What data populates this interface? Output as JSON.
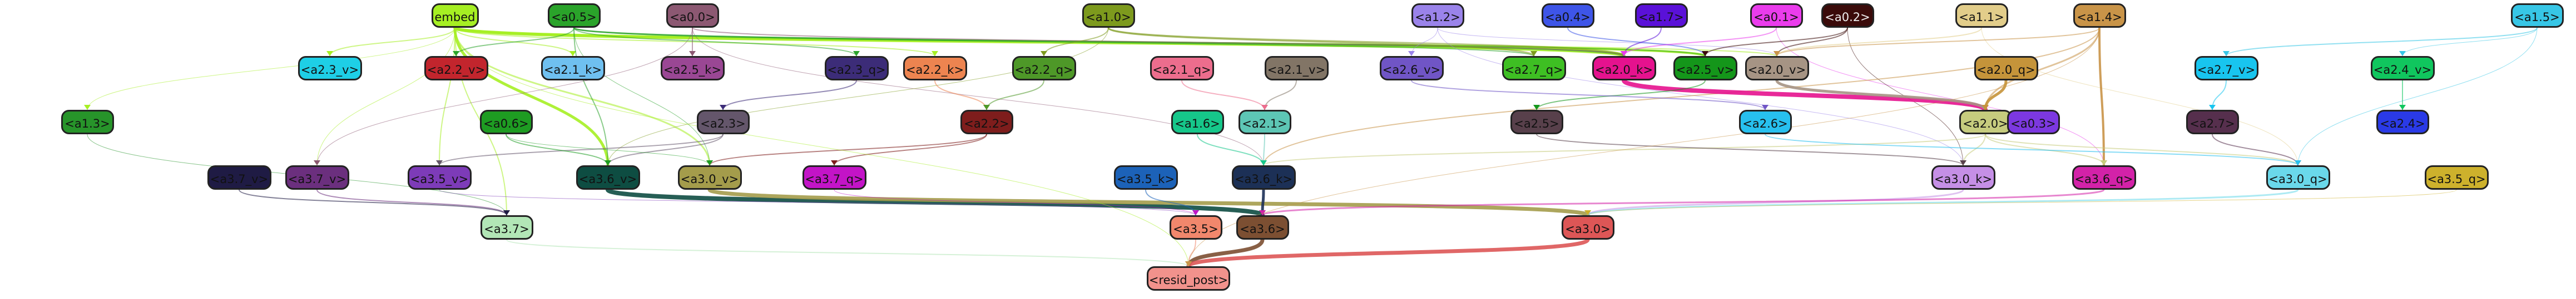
{
  "nodes": [
    {
      "id": "embed",
      "label": "embed",
      "color": "#a6ef23",
      "text": "#111"
    },
    {
      "id": "a0.5",
      "label": "<a0.5>",
      "color": "#2aa32a",
      "text": "#111"
    },
    {
      "id": "a0.0",
      "label": "<a0.0>",
      "color": "#8c5872",
      "text": "#111"
    },
    {
      "id": "a1.0",
      "label": "<a1.0>",
      "color": "#7d9a1d",
      "text": "#111"
    },
    {
      "id": "a1.2",
      "label": "<a1.2>",
      "color": "#9a83ea",
      "text": "#111"
    },
    {
      "id": "a0.4",
      "label": "<a0.4>",
      "color": "#3e55e8",
      "text": "#111"
    },
    {
      "id": "a1.7",
      "label": "<a1.7>",
      "color": "#5a11d8",
      "text": "#111"
    },
    {
      "id": "a0.1",
      "label": "<a0.1>",
      "color": "#ea3cec",
      "text": "#111"
    },
    {
      "id": "a0.2",
      "label": "<a0.2>",
      "color": "#3b0b0a",
      "text": "#eee"
    },
    {
      "id": "a1.1",
      "label": "<a1.1>",
      "color": "#e2cd8a",
      "text": "#111"
    },
    {
      "id": "a1.4",
      "label": "<a1.4>",
      "color": "#c99448",
      "text": "#111"
    },
    {
      "id": "a1.5",
      "label": "<a1.5>",
      "color": "#37c6e6",
      "text": "#111"
    },
    {
      "id": "a2.3_v",
      "label": "<a2.3_v>",
      "color": "#1ecfe6",
      "text": "#111"
    },
    {
      "id": "a2.2_v",
      "label": "<a2.2_v>",
      "color": "#c2252d",
      "text": "#111"
    },
    {
      "id": "a2.1_k",
      "label": "<a2.1_k>",
      "color": "#6fc0f0",
      "text": "#111"
    },
    {
      "id": "a2.5_k",
      "label": "<a2.5_k>",
      "color": "#9a4794",
      "text": "#111"
    },
    {
      "id": "a2.3_q",
      "label": "<a2.3_q>",
      "color": "#3c2c78",
      "text": "#111"
    },
    {
      "id": "a2.2_k",
      "label": "<a2.2_k>",
      "color": "#ed8450",
      "text": "#111"
    },
    {
      "id": "a2.2_q",
      "label": "<a2.2_q>",
      "color": "#4e9828",
      "text": "#111"
    },
    {
      "id": "a2.1_q",
      "label": "<a2.1_q>",
      "color": "#ec6d8d",
      "text": "#111"
    },
    {
      "id": "a2.1_v",
      "label": "<a2.1_v>",
      "color": "#827566",
      "text": "#111"
    },
    {
      "id": "a2.6_v",
      "label": "<a2.6_v>",
      "color": "#7055c6",
      "text": "#111"
    },
    {
      "id": "a2.7_q",
      "label": "<a2.7_q>",
      "color": "#3ebf23",
      "text": "#111"
    },
    {
      "id": "a2.0_k",
      "label": "<a2.0_k>",
      "color": "#e5128e",
      "text": "#111"
    },
    {
      "id": "a2.5_v",
      "label": "<a2.5_v>",
      "color": "#14961a",
      "text": "#111"
    },
    {
      "id": "a2.0_v",
      "label": "<a2.0_v>",
      "color": "#a69484",
      "text": "#111"
    },
    {
      "id": "a2.0_q",
      "label": "<a2.0_q>",
      "color": "#c5943a",
      "text": "#111"
    },
    {
      "id": "a2.7_v",
      "label": "<a2.7_v>",
      "color": "#18c5ef",
      "text": "#111"
    },
    {
      "id": "a2.4_v",
      "label": "<a2.4_v>",
      "color": "#10c65e",
      "text": "#111"
    },
    {
      "id": "a1.3",
      "label": "<a1.3>",
      "color": "#27942a",
      "text": "#111"
    },
    {
      "id": "a0.6",
      "label": "<a0.6>",
      "color": "#1e9c22",
      "text": "#111"
    },
    {
      "id": "a2.2",
      "label": "<a2.2>",
      "color": "#7e1d1c",
      "text": "#111"
    },
    {
      "id": "a1.6",
      "label": "<a1.6>",
      "color": "#16c78a",
      "text": "#111"
    },
    {
      "id": "a2.1",
      "label": "<a2.1>",
      "color": "#5dc6b5",
      "text": "#111"
    },
    {
      "id": "a2.5",
      "label": "<a2.5>",
      "color": "#58404b",
      "text": "#111"
    },
    {
      "id": "a2.6",
      "label": "<a2.6>",
      "color": "#27c0ef",
      "text": "#111"
    },
    {
      "id": "a2.0",
      "label": "<a2.0>",
      "color": "#c6cc7e",
      "text": "#111"
    },
    {
      "id": "a0.3",
      "label": "<a0.3>",
      "color": "#7c38e0",
      "text": "#111"
    },
    {
      "id": "a2.7",
      "label": "<a2.7>",
      "color": "#562f4d",
      "text": "#111"
    },
    {
      "id": "a2.4",
      "label": "<a2.4>",
      "color": "#2a3ae6",
      "text": "#111"
    },
    {
      "id": "a2.3",
      "label": "<a2.3>",
      "color": "#64566b",
      "text": "#111"
    },
    {
      "id": "a3.7_v",
      "label": "<a3.7_v>",
      "color": "#1f1b44",
      "text": "#111"
    },
    {
      "id": "a3.7_v2",
      "label": "<a3.7_v>",
      "color": "#6b2f7e",
      "text": "#111"
    },
    {
      "id": "a3.5_v",
      "label": "<a3.5_v>",
      "color": "#7d3bb8",
      "text": "#111"
    },
    {
      "id": "a3.6_v",
      "label": "<a3.6_v>",
      "color": "#0e4d42",
      "text": "#111"
    },
    {
      "id": "a3.0_v",
      "label": "<a3.0_v>",
      "color": "#a49c4b",
      "text": "#111"
    },
    {
      "id": "a3.7_q",
      "label": "<a3.7_q>",
      "color": "#c314c7",
      "text": "#111"
    },
    {
      "id": "a3.5_k",
      "label": "<a3.5_k>",
      "color": "#1c62b8",
      "text": "#111"
    },
    {
      "id": "a3.6_k",
      "label": "<a3.6_k>",
      "color": "#1c3056",
      "text": "#111"
    },
    {
      "id": "a3.0_k",
      "label": "<a3.0_k>",
      "color": "#c58fe6",
      "text": "#111"
    },
    {
      "id": "a3.6_q",
      "label": "<a3.6_q>",
      "color": "#d322a8",
      "text": "#111"
    },
    {
      "id": "a3.0_q",
      "label": "<a3.0_q>",
      "color": "#6ad8ea",
      "text": "#111"
    },
    {
      "id": "a3.5_q",
      "label": "<a3.5_q>",
      "color": "#cdb12c",
      "text": "#111"
    },
    {
      "id": "a3.7",
      "label": "<a3.7>",
      "color": "#b2e6b6",
      "text": "#111"
    },
    {
      "id": "a3.5",
      "label": "<a3.5>",
      "color": "#f1876c",
      "text": "#111"
    },
    {
      "id": "a3.6",
      "label": "<a3.6>",
      "color": "#7c4f32",
      "text": "#111"
    },
    {
      "id": "a3.0",
      "label": "<a3.0>",
      "color": "#dd5656",
      "text": "#111"
    },
    {
      "id": "resid_post",
      "label": "<resid_post>",
      "color": "#f1928c",
      "text": "#111"
    }
  ],
  "edges": [
    [
      "embed",
      "a2.3_v",
      "#a6ef23",
      2
    ],
    [
      "embed",
      "a2.1_k",
      "#a6ef23",
      2
    ],
    [
      "embed",
      "a3.6_v",
      "#a6ef23",
      5
    ],
    [
      "embed",
      "a3.0_v",
      "#a6ef23",
      3
    ],
    [
      "embed",
      "a2.0_k",
      "#a6ef23",
      6
    ],
    [
      "embed",
      "a2.5_v",
      "#a6ef23",
      4
    ],
    [
      "embed",
      "a3.7",
      "#a6ef23",
      2
    ],
    [
      "embed",
      "a3.5_v",
      "#a6ef23",
      2
    ],
    [
      "embed",
      "a2.2_k",
      "#a6ef23",
      2
    ],
    [
      "embed",
      "a2.0_v",
      "#a6ef23",
      2
    ],
    [
      "embed",
      "a3.7_v2",
      "#a6ef23",
      1
    ],
    [
      "embed",
      "a1.3",
      "#a6ef23",
      1
    ],
    [
      "a0.5",
      "a2.0_k",
      "#2aa32a",
      3
    ],
    [
      "a0.5",
      "a2.2_v",
      "#2aa32a",
      2
    ],
    [
      "a0.5",
      "a3.6_v",
      "#2aa32a",
      2
    ],
    [
      "a0.5",
      "a2.7_q",
      "#2aa32a",
      2
    ],
    [
      "a0.5",
      "a2.5_v",
      "#2aa32a",
      2
    ],
    [
      "a0.5",
      "a3.0_v",
      "#2aa32a",
      1
    ],
    [
      "a0.5",
      "a2.3_q",
      "#2aa32a",
      2
    ],
    [
      "a0.0",
      "a2.0_k",
      "#8c5872",
      2
    ],
    [
      "a0.0",
      "a2.5_k",
      "#8c5872",
      2
    ],
    [
      "a0.0",
      "a3.7_v2",
      "#8c5872",
      1
    ],
    [
      "a0.0",
      "a3.6_k",
      "#8c5872",
      1
    ],
    [
      "a1.0",
      "a2.0_k",
      "#7d9a1d",
      3
    ],
    [
      "a1.0",
      "a2.7_q",
      "#7d9a1d",
      3
    ],
    [
      "a1.0",
      "a2.2_q",
      "#7d9a1d",
      2
    ],
    [
      "a1.0",
      "a3.6_v",
      "#7d9a1d",
      1
    ],
    [
      "a1.2",
      "a2.6_v",
      "#9a83ea",
      1
    ],
    [
      "a1.2",
      "a3.0_k",
      "#9a83ea",
      1
    ],
    [
      "a1.2",
      "a2.0_v",
      "#9a83ea",
      1
    ],
    [
      "a0.4",
      "a2.5_v",
      "#3e55e8",
      2
    ],
    [
      "a1.7",
      "a2.0_k",
      "#5a11d8",
      2
    ],
    [
      "a0.1",
      "a2.0_k",
      "#ea3cec",
      2
    ],
    [
      "a0.1",
      "a3.6_q",
      "#ea3cec",
      1
    ],
    [
      "a0.2",
      "a2.0_v",
      "#3b0b0a",
      2
    ],
    [
      "a0.2",
      "a3.0_k",
      "#3b0b0a",
      1
    ],
    [
      "a0.2",
      "a2.5_v",
      "#3b0b0a",
      2
    ],
    [
      "a1.1",
      "a2.0_v",
      "#e2cd8a",
      2
    ],
    [
      "a1.1",
      "a3.0_q",
      "#e2cd8a",
      1
    ],
    [
      "a1.4",
      "a3.6_q",
      "#c99448",
      4
    ],
    [
      "a1.4",
      "a2.0",
      "#c99448",
      3
    ],
    [
      "a1.4",
      "a2.0_v",
      "#c99448",
      2
    ],
    [
      "a1.4",
      "a3.6_k",
      "#c99448",
      2
    ],
    [
      "a1.5",
      "a2.7_v",
      "#37c6e6",
      2
    ],
    [
      "a1.5",
      "a2.4_v",
      "#37c6e6",
      1
    ],
    [
      "a1.5",
      "a3.0_q",
      "#37c6e6",
      1
    ],
    [
      "a2.0_k",
      "a2.0",
      "#e5128e",
      8
    ],
    [
      "a2.0_v",
      "a2.0",
      "#a69484",
      5
    ],
    [
      "a2.0_q",
      "a2.0",
      "#c5943a",
      5
    ],
    [
      "a2.5_v",
      "a2.5",
      "#14961a",
      2
    ],
    [
      "a2.2_k",
      "a2.2",
      "#ed8450",
      2
    ],
    [
      "a2.2_q",
      "a2.2",
      "#4e9828",
      2
    ],
    [
      "a2.1_v",
      "a2.1",
      "#827566",
      2
    ],
    [
      "a2.1_q",
      "a2.1",
      "#ec6d8d",
      2
    ],
    [
      "a2.7_v",
      "a2.7",
      "#18c5ef",
      2
    ],
    [
      "a2.4_v",
      "a2.4",
      "#10c65e",
      2
    ],
    [
      "a2.6_v",
      "a2.6",
      "#7055c6",
      2
    ],
    [
      "a2.3_q",
      "a2.3",
      "#3c2c78",
      2
    ],
    [
      "a2.0",
      "a3.0_k",
      "#c6cc7e",
      2
    ],
    [
      "a2.0",
      "a3.6_q",
      "#c6cc7e",
      2
    ],
    [
      "a2.0",
      "a3.0_q",
      "#c6cc7e",
      2
    ],
    [
      "a2.0",
      "a3.6_k",
      "#c6cc7e",
      2
    ],
    [
      "a2.2",
      "a3.7_q",
      "#7e1d1c",
      2
    ],
    [
      "a2.2",
      "a3.0_v",
      "#7e1d1c",
      2
    ],
    [
      "a2.1",
      "a3.6_k",
      "#5dc6b5",
      2
    ],
    [
      "a2.5",
      "a3.0_k",
      "#58404b",
      2
    ],
    [
      "a2.7",
      "a3.0_q",
      "#562f4d",
      2
    ],
    [
      "a2.3",
      "a3.6_v",
      "#64566b",
      2
    ],
    [
      "a2.3",
      "a3.5_v",
      "#64566b",
      2
    ],
    [
      "a2.6",
      "a3.0_q",
      "#27c0ef",
      2
    ],
    [
      "a0.6",
      "a3.6_v",
      "#1e9c22",
      2
    ],
    [
      "a0.6",
      "a3.0_v",
      "#1e9c22",
      1
    ],
    [
      "a1.6",
      "a3.6_k",
      "#16c78a",
      2
    ],
    [
      "a1.3",
      "a3.7",
      "#27942a",
      1
    ],
    [
      "a3.6_v",
      "a3.6",
      "#0e4d42",
      8
    ],
    [
      "a3.0_v",
      "a3.0",
      "#a49c4b",
      7
    ],
    [
      "a3.7_v2",
      "a3.7",
      "#6b2f7e",
      2
    ],
    [
      "a3.7_v",
      "a3.7",
      "#1f1b44",
      2
    ],
    [
      "a3.5_v",
      "a3.5",
      "#7d3bb8",
      1
    ],
    [
      "a3.6_k",
      "a3.6",
      "#1c3056",
      5
    ],
    [
      "a3.5_k",
      "a3.5",
      "#1c62b8",
      2
    ],
    [
      "a3.0_k",
      "a3.0",
      "#c58fe6",
      3
    ],
    [
      "a3.6_q",
      "a3.6",
      "#d322a8",
      3
    ],
    [
      "a3.0_q",
      "a3.0",
      "#6ad8ea",
      3
    ],
    [
      "a3.7_q",
      "a3.5",
      "#c314c7",
      1
    ],
    [
      "a3.5_q",
      "a3.0",
      "#cdb12c",
      1
    ],
    [
      "a3.6",
      "resid_post",
      "#7c4f32",
      7
    ],
    [
      "a3.0",
      "resid_post",
      "#dd5656",
      7
    ],
    [
      "a3.5",
      "resid_post",
      "#f1876c",
      2
    ],
    [
      "a3.7",
      "resid_post",
      "#b2e6b6",
      2
    ],
    [
      "embed",
      "resid_post",
      "#a6ef23",
      1
    ],
    [
      "a1.4",
      "resid_post",
      "#c99448",
      1
    ]
  ]
}
